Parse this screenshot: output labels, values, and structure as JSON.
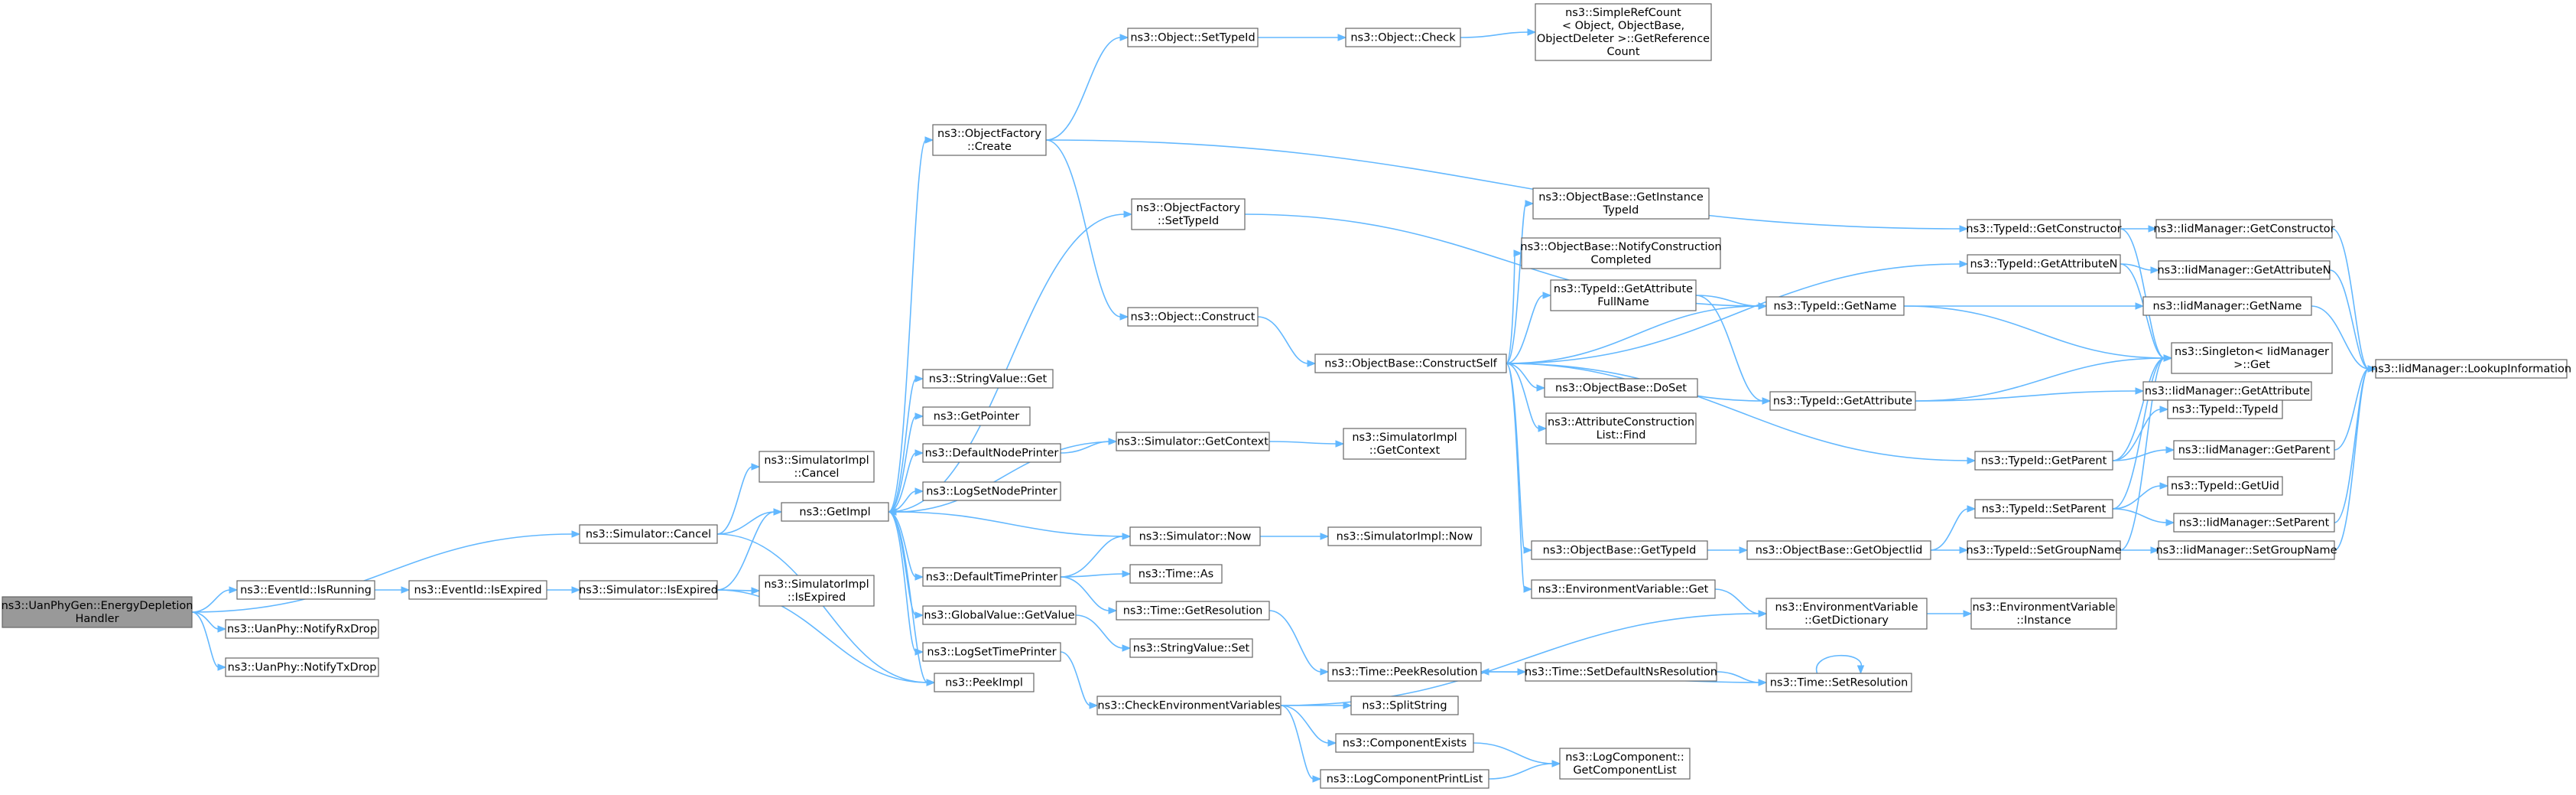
{
  "graph": {
    "colors": {
      "edge": "#63b8ff",
      "node_border": "#666666",
      "node_fill": "#ffffff",
      "root_fill": "#999999"
    },
    "nodes": [
      {
        "id": "root",
        "lines": [
          "ns3::UanPhyGen::EnergyDepletion",
          "Handler"
        ],
        "root": true
      },
      {
        "id": "eidrun",
        "lines": [
          "ns3::EventId::IsRunning"
        ]
      },
      {
        "id": "nrx",
        "lines": [
          "ns3::UanPhy::NotifyRxDrop"
        ]
      },
      {
        "id": "ntx",
        "lines": [
          "ns3::UanPhy::NotifyTxDrop"
        ]
      },
      {
        "id": "eidexp",
        "lines": [
          "ns3::EventId::IsExpired"
        ]
      },
      {
        "id": "simcancel",
        "lines": [
          "ns3::Simulator::Cancel"
        ]
      },
      {
        "id": "simisexp",
        "lines": [
          "ns3::Simulator::IsExpired"
        ]
      },
      {
        "id": "implcancel",
        "lines": [
          "ns3::SimulatorImpl",
          "::Cancel"
        ]
      },
      {
        "id": "implisexp",
        "lines": [
          "ns3::SimulatorImpl",
          "::IsExpired"
        ]
      },
      {
        "id": "getimpl",
        "lines": [
          "ns3::GetImpl"
        ]
      },
      {
        "id": "peekimpl",
        "lines": [
          "ns3::PeekImpl"
        ]
      },
      {
        "id": "ofcreate",
        "lines": [
          "ns3::ObjectFactory",
          "::Create"
        ]
      },
      {
        "id": "ofsettid",
        "lines": [
          "ns3::ObjectFactory",
          "::SetTypeId"
        ]
      },
      {
        "id": "strget",
        "lines": [
          "ns3::StringValue::Get"
        ]
      },
      {
        "id": "getptr",
        "lines": [
          "ns3::GetPointer"
        ]
      },
      {
        "id": "defnode",
        "lines": [
          "ns3::DefaultNodePrinter"
        ]
      },
      {
        "id": "lognode",
        "lines": [
          "ns3::LogSetNodePrinter"
        ]
      },
      {
        "id": "deftime",
        "lines": [
          "ns3::DefaultTimePrinter"
        ]
      },
      {
        "id": "gvget",
        "lines": [
          "ns3::GlobalValue::GetValue"
        ]
      },
      {
        "id": "logtime",
        "lines": [
          "ns3::LogSetTimePrinter"
        ]
      },
      {
        "id": "objsettid",
        "lines": [
          "ns3::Object::SetTypeId"
        ]
      },
      {
        "id": "objcheck",
        "lines": [
          "ns3::Object::Check"
        ]
      },
      {
        "id": "srcount",
        "lines": [
          "ns3::SimpleRefCount",
          "< Object, ObjectBase,",
          "ObjectDeleter >::GetReference",
          "Count"
        ]
      },
      {
        "id": "objconst",
        "lines": [
          "ns3::Object::Construct"
        ]
      },
      {
        "id": "simctx",
        "lines": [
          "ns3::Simulator::GetContext"
        ]
      },
      {
        "id": "simnow",
        "lines": [
          "ns3::Simulator::Now"
        ]
      },
      {
        "id": "timeas",
        "lines": [
          "ns3::Time::As"
        ]
      },
      {
        "id": "timegetres",
        "lines": [
          "ns3::Time::GetResolution"
        ]
      },
      {
        "id": "strset",
        "lines": [
          "ns3::StringValue::Set"
        ]
      },
      {
        "id": "checkenv",
        "lines": [
          "ns3::CheckEnvironmentVariables"
        ]
      },
      {
        "id": "implctx",
        "lines": [
          "ns3::SimulatorImpl",
          "::GetContext"
        ]
      },
      {
        "id": "implnow",
        "lines": [
          "ns3::SimulatorImpl::Now"
        ]
      },
      {
        "id": "obconstself",
        "lines": [
          "ns3::ObjectBase::ConstructSelf"
        ]
      },
      {
        "id": "peekres",
        "lines": [
          "ns3::Time::PeekResolution"
        ]
      },
      {
        "id": "splitstr",
        "lines": [
          "ns3::SplitString"
        ]
      },
      {
        "id": "compexists",
        "lines": [
          "ns3::ComponentExists"
        ]
      },
      {
        "id": "logcomplist",
        "lines": [
          "ns3::LogComponentPrintList"
        ]
      },
      {
        "id": "obgetinst",
        "lines": [
          "ns3::ObjectBase::GetInstance",
          "TypeId"
        ]
      },
      {
        "id": "obnotify",
        "lines": [
          "ns3::ObjectBase::NotifyConstruction",
          "Completed"
        ]
      },
      {
        "id": "tidgetattrfull",
        "lines": [
          "ns3::TypeId::GetAttribute",
          "FullName"
        ]
      },
      {
        "id": "obdoset",
        "lines": [
          "ns3::ObjectBase::DoSet"
        ]
      },
      {
        "id": "attrfind",
        "lines": [
          "ns3::AttributeConstruction",
          "List::Find"
        ]
      },
      {
        "id": "obgettid",
        "lines": [
          "ns3::ObjectBase::GetTypeId"
        ]
      },
      {
        "id": "envget",
        "lines": [
          "ns3::EnvironmentVariable::Get"
        ]
      },
      {
        "id": "setdefns",
        "lines": [
          "ns3::Time::SetDefaultNsResolution"
        ]
      },
      {
        "id": "lcgetlist",
        "lines": [
          "ns3::LogComponent::",
          "GetComponentList"
        ]
      },
      {
        "id": "tidgetname",
        "lines": [
          "ns3::TypeId::GetName"
        ]
      },
      {
        "id": "tidgetattr",
        "lines": [
          "ns3::TypeId::GetAttribute"
        ]
      },
      {
        "id": "obgetoid",
        "lines": [
          "ns3::ObjectBase::GetObjectIid"
        ]
      },
      {
        "id": "envgetdict",
        "lines": [
          "ns3::EnvironmentVariable",
          "::GetDictionary"
        ]
      },
      {
        "id": "timesetres",
        "lines": [
          "ns3::Time::SetResolution"
        ]
      },
      {
        "id": "tidgetctor",
        "lines": [
          "ns3::TypeId::GetConstructor"
        ]
      },
      {
        "id": "tidgetattrn",
        "lines": [
          "ns3::TypeId::GetAttributeN"
        ]
      },
      {
        "id": "tidgetparent",
        "lines": [
          "ns3::TypeId::GetParent"
        ]
      },
      {
        "id": "tidsetparent",
        "lines": [
          "ns3::TypeId::SetParent"
        ]
      },
      {
        "id": "tidsetgroup",
        "lines": [
          "ns3::TypeId::SetGroupName"
        ]
      },
      {
        "id": "envinst",
        "lines": [
          "ns3::EnvironmentVariable",
          "::Instance"
        ]
      },
      {
        "id": "iidgetctor",
        "lines": [
          "ns3::IidManager::GetConstructor"
        ]
      },
      {
        "id": "iidgetattrn",
        "lines": [
          "ns3::IidManager::GetAttributeN"
        ]
      },
      {
        "id": "iidgetname",
        "lines": [
          "ns3::IidManager::GetName"
        ]
      },
      {
        "id": "singleton",
        "lines": [
          "ns3::Singleton< IidManager",
          ">::Get"
        ]
      },
      {
        "id": "iidgetattr",
        "lines": [
          "ns3::IidManager::GetAttribute"
        ]
      },
      {
        "id": "tidtid",
        "lines": [
          "ns3::TypeId::TypeId"
        ]
      },
      {
        "id": "iidgetparent",
        "lines": [
          "ns3::IidManager::GetParent"
        ]
      },
      {
        "id": "tidgetuid",
        "lines": [
          "ns3::TypeId::GetUid"
        ]
      },
      {
        "id": "iidsetparent",
        "lines": [
          "ns3::IidManager::SetParent"
        ]
      },
      {
        "id": "iidsetgroup",
        "lines": [
          "ns3::IidManager::SetGroupName"
        ]
      },
      {
        "id": "iidlookup",
        "lines": [
          "ns3::IidManager::LookupInformation"
        ]
      }
    ],
    "edges": [
      [
        "root",
        "simcancel"
      ],
      [
        "root",
        "eidrun"
      ],
      [
        "root",
        "nrx"
      ],
      [
        "root",
        "ntx"
      ],
      [
        "eidrun",
        "eidexp"
      ],
      [
        "eidexp",
        "simisexp"
      ],
      [
        "simcancel",
        "implcancel"
      ],
      [
        "simcancel",
        "getimpl"
      ],
      [
        "simcancel",
        "peekimpl"
      ],
      [
        "simisexp",
        "getimpl"
      ],
      [
        "simisexp",
        "implisexp"
      ],
      [
        "simisexp",
        "peekimpl"
      ],
      [
        "getimpl",
        "ofcreate"
      ],
      [
        "getimpl",
        "ofsettid"
      ],
      [
        "getimpl",
        "strget"
      ],
      [
        "getimpl",
        "getptr"
      ],
      [
        "getimpl",
        "defnode"
      ],
      [
        "getimpl",
        "lognode"
      ],
      [
        "getimpl",
        "deftime"
      ],
      [
        "getimpl",
        "gvget"
      ],
      [
        "getimpl",
        "logtime"
      ],
      [
        "getimpl",
        "peekimpl"
      ],
      [
        "ofcreate",
        "objsettid"
      ],
      [
        "ofcreate",
        "objconst"
      ],
      [
        "ofcreate",
        "tidgetctor"
      ],
      [
        "ofsettid",
        "tidgetname"
      ],
      [
        "objsettid",
        "objcheck"
      ],
      [
        "objcheck",
        "srcount"
      ],
      [
        "objconst",
        "obconstself"
      ],
      [
        "defnode",
        "simctx"
      ],
      [
        "simctx",
        "getimpl"
      ],
      [
        "simctx",
        "implctx"
      ],
      [
        "deftime",
        "simnow"
      ],
      [
        "deftime",
        "timeas"
      ],
      [
        "deftime",
        "timegetres"
      ],
      [
        "simnow",
        "getimpl"
      ],
      [
        "simnow",
        "implnow"
      ],
      [
        "gvget",
        "strset"
      ],
      [
        "logtime",
        "checkenv"
      ],
      [
        "timegetres",
        "peekres"
      ],
      [
        "checkenv",
        "envgetdict"
      ],
      [
        "checkenv",
        "splitstr"
      ],
      [
        "checkenv",
        "compexists"
      ],
      [
        "checkenv",
        "logcomplist"
      ],
      [
        "compexists",
        "lcgetlist"
      ],
      [
        "logcomplist",
        "lcgetlist"
      ],
      [
        "peekres",
        "setdefns"
      ],
      [
        "setdefns",
        "timesetres"
      ],
      [
        "timesetres",
        "peekres"
      ],
      [
        "timesetres",
        "timesetres"
      ],
      [
        "obconstself",
        "obgetinst"
      ],
      [
        "obconstself",
        "obnotify"
      ],
      [
        "obconstself",
        "tidgetattrfull"
      ],
      [
        "obconstself",
        "obdoset"
      ],
      [
        "obconstself",
        "attrfind"
      ],
      [
        "obconstself",
        "obgettid"
      ],
      [
        "obconstself",
        "envget"
      ],
      [
        "obconstself",
        "tidgetname"
      ],
      [
        "obconstself",
        "tidgetattr"
      ],
      [
        "obconstself",
        "tidgetattrn"
      ],
      [
        "obconstself",
        "tidgetparent"
      ],
      [
        "tidgetattrfull",
        "tidgetname"
      ],
      [
        "tidgetattrfull",
        "tidgetattr"
      ],
      [
        "obgettid",
        "obgetoid"
      ],
      [
        "obgetoid",
        "tidsetparent"
      ],
      [
        "obgetoid",
        "tidsetgroup"
      ],
      [
        "envget",
        "envgetdict"
      ],
      [
        "envgetdict",
        "envinst"
      ],
      [
        "tidgetname",
        "iidgetname"
      ],
      [
        "tidgetname",
        "singleton"
      ],
      [
        "tidgetattr",
        "iidgetattr"
      ],
      [
        "tidgetattr",
        "singleton"
      ],
      [
        "tidgetctor",
        "iidgetctor"
      ],
      [
        "tidgetctor",
        "singleton"
      ],
      [
        "tidgetattrn",
        "iidgetattrn"
      ],
      [
        "tidgetattrn",
        "singleton"
      ],
      [
        "tidgetparent",
        "tidtid"
      ],
      [
        "tidgetparent",
        "iidgetparent"
      ],
      [
        "tidgetparent",
        "singleton"
      ],
      [
        "tidsetparent",
        "tidgetuid"
      ],
      [
        "tidsetparent",
        "iidsetparent"
      ],
      [
        "tidsetparent",
        "singleton"
      ],
      [
        "tidsetgroup",
        "iidsetgroup"
      ],
      [
        "tidsetgroup",
        "singleton"
      ],
      [
        "iidgetctor",
        "iidlookup"
      ],
      [
        "iidgetattrn",
        "iidlookup"
      ],
      [
        "iidgetname",
        "iidlookup"
      ],
      [
        "iidgetparent",
        "iidlookup"
      ],
      [
        "iidsetparent",
        "iidlookup"
      ],
      [
        "iidsetgroup",
        "iidlookup"
      ]
    ]
  }
}
